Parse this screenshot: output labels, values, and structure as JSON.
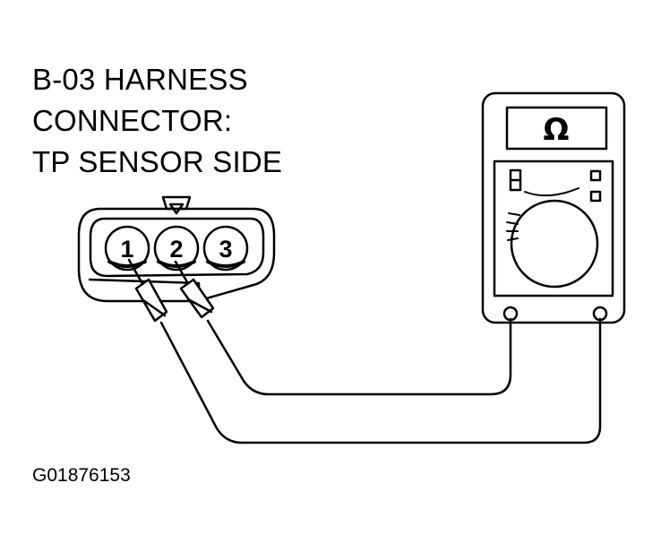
{
  "caption": {
    "line1": "B-03 HARNESS",
    "line2": "CONNECTOR:",
    "line3": "TP SENSOR SIDE"
  },
  "connector": {
    "pins": [
      "1",
      "2",
      "3"
    ]
  },
  "meter": {
    "mode_symbol": "Ω"
  },
  "figure_code": "G01876153",
  "colors": {
    "ink": "#000000",
    "paper": "#ffffff"
  }
}
